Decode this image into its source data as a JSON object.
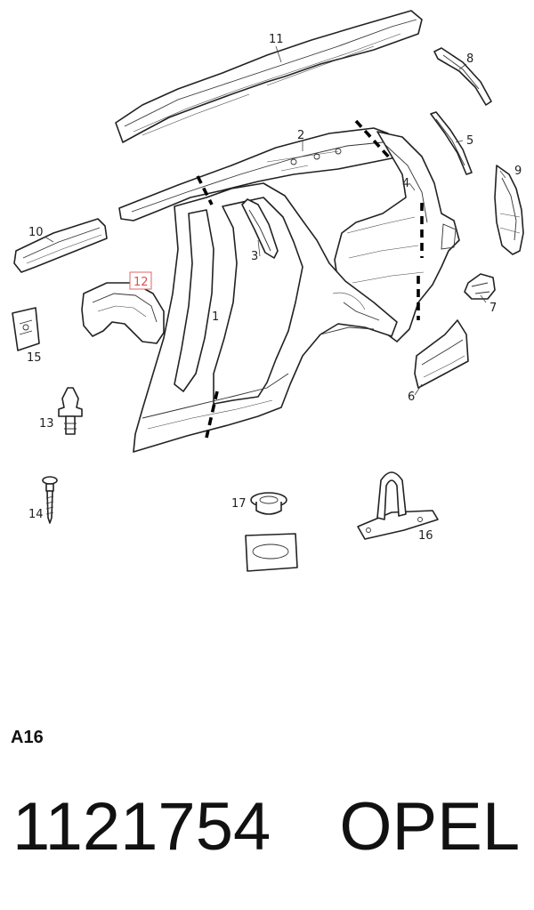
{
  "diagram": {
    "code": "A16",
    "highlight_color": "#e06666",
    "callouts": [
      {
        "id": "1",
        "label": "1"
      },
      {
        "id": "2",
        "label": "2"
      },
      {
        "id": "3",
        "label": "3"
      },
      {
        "id": "4",
        "label": "4"
      },
      {
        "id": "5",
        "label": "5"
      },
      {
        "id": "6",
        "label": "6"
      },
      {
        "id": "7",
        "label": "7"
      },
      {
        "id": "8",
        "label": "8"
      },
      {
        "id": "9",
        "label": "9"
      },
      {
        "id": "10",
        "label": "10"
      },
      {
        "id": "11",
        "label": "11"
      },
      {
        "id": "12",
        "label": "12",
        "highlighted": true
      },
      {
        "id": "13",
        "label": "13"
      },
      {
        "id": "14",
        "label": "14"
      },
      {
        "id": "15",
        "label": "15"
      },
      {
        "id": "16",
        "label": "16"
      },
      {
        "id": "17",
        "label": "17"
      }
    ]
  },
  "footer": {
    "part_number": "1121754",
    "brand": "OPEL"
  }
}
